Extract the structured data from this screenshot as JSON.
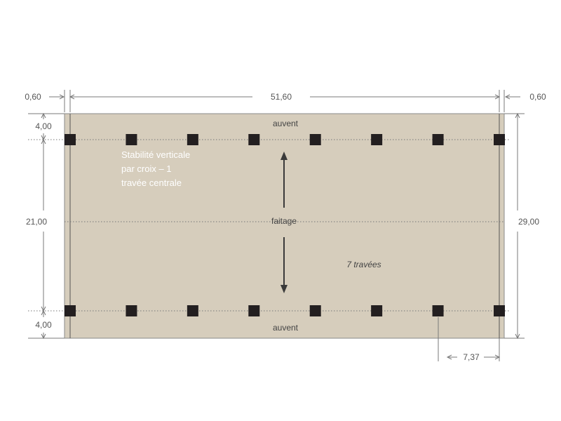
{
  "plan": {
    "dimensions": {
      "overhang_left": "0,60",
      "total_length": "51,60",
      "overhang_right": "0,60",
      "auvent_top_depth": "4,00",
      "inner_depth": "21,00",
      "auvent_bottom_depth": "4,00",
      "total_depth": "29,00",
      "bay_width": "7,37"
    },
    "labels": {
      "auvent_top": "auvent",
      "auvent_bottom": "auvent",
      "ridge": "faitage",
      "bays": "7 travées"
    },
    "note_lines": [
      "Stabilité verticale",
      "par croix – 1",
      "travée  centrale"
    ],
    "post_rows": 2,
    "posts_per_row": 8
  },
  "colors": {
    "floor": "#d6cdbc",
    "post": "#231f20",
    "line": "#6d6d6d",
    "arrow": "#3a3a3a"
  }
}
